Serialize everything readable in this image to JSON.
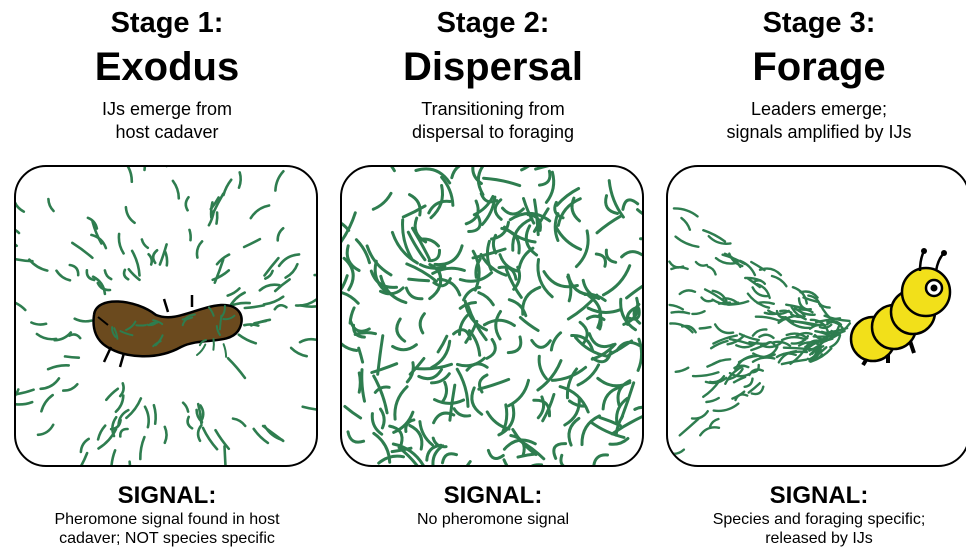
{
  "stages": [
    {
      "label": "Stage 1:",
      "name": "Exodus",
      "description": "IJs emerge from\nhost cadaver",
      "signal_label": "SIGNAL:",
      "signal_description": "Pheromone signal found in host\ncadaver; NOT species specific"
    },
    {
      "label": "Stage 2:",
      "name": "Dispersal",
      "description": "Transitioning from\ndispersal to foraging",
      "signal_label": "SIGNAL:",
      "signal_description": "No pheromone signal"
    },
    {
      "label": "Stage 3:",
      "name": "Forage",
      "description": "Leaders emerge;\nsignals amplified by IJs",
      "signal_label": "SIGNAL:",
      "signal_description": "Species and foraging specific;\nreleased by IJs"
    }
  ],
  "colors": {
    "nematode": "#2e7d4f",
    "cadaver": "#6b4a1e",
    "larva": "#f2e01a",
    "outline": "#000000"
  }
}
